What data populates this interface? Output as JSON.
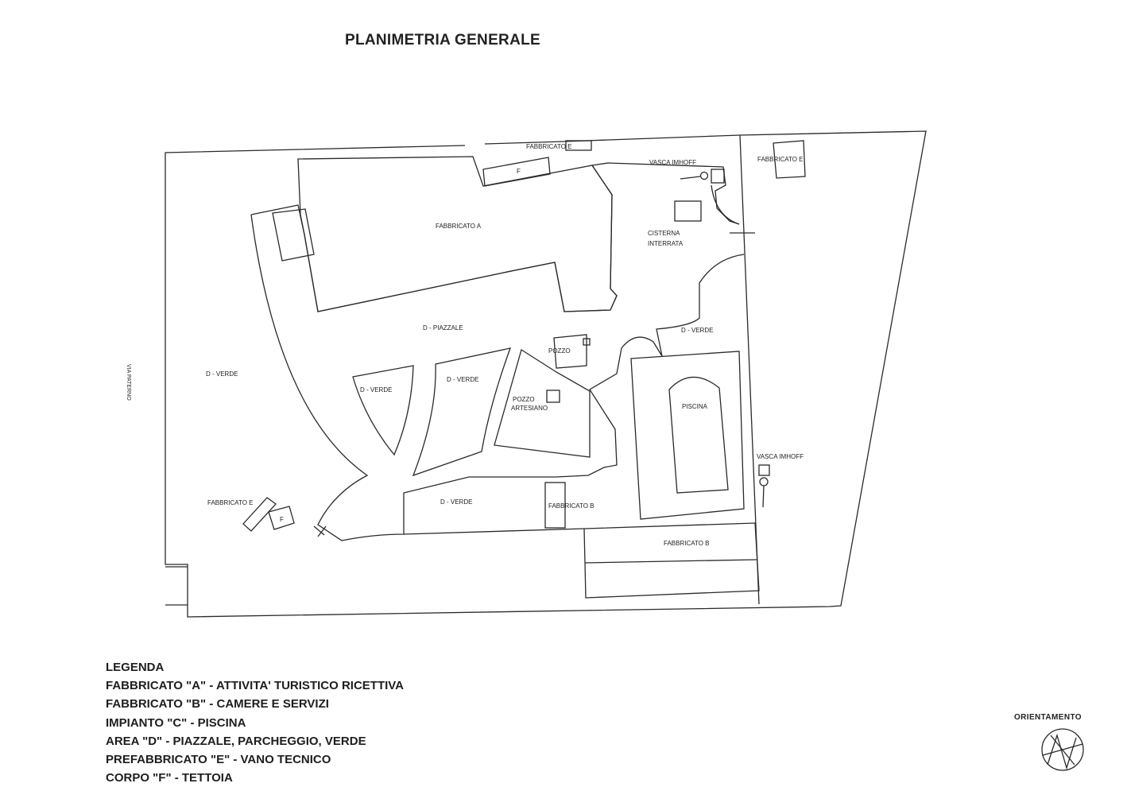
{
  "title": "PLANIMETRIA GENERALE",
  "street": "VIA PATERNO",
  "labels": {
    "fabbricato_e_top": "FABBRICATO E",
    "fabbricato_e_right": "FABBRICATO E",
    "fabbricato_e_bottom": "FABBRICATO E",
    "f_top": "F",
    "f_bottom": "F",
    "vasca_imhoff_top": "VASCA IMHOFF",
    "vasca_imhoff_right": "VASCA IMHOFF",
    "fabbricato_a": "FABBRICATO A",
    "cisterna_1": "CISTERNA",
    "cisterna_2": "INTERRATA",
    "piazzale": "D - PIAZZALE",
    "verde_right": "D - VERDE",
    "verde_left": "D - VERDE",
    "verde_mid1": "D - VERDE",
    "verde_mid2": "D - VERDE",
    "verde_bottom": "D - VERDE",
    "pozzo": "POZZO",
    "pozzo_art_1": "POZZO",
    "pozzo_art_2": "ARTESIANO",
    "piscina": "PISCINA",
    "fabbricato_b_1": "FABBRICATO B",
    "fabbricato_b_2": "FABBRICATO B"
  },
  "legend": {
    "heading": "LEGENDA",
    "items": [
      "FABBRICATO \"A\" - ATTIVITA' TURISTICO RICETTIVA",
      "FABBRICATO \"B\" - CAMERE E SERVIZI",
      "IMPIANTO \"C\" - PISCINA",
      "AREA \"D\" - PIAZZALE, PARCHEGGIO, VERDE",
      "PREFABBRICATO \"E\" - VANO TECNICO",
      "CORPO \"F\" - TETTOIA"
    ]
  },
  "orientation": "ORIENTAMENTO"
}
